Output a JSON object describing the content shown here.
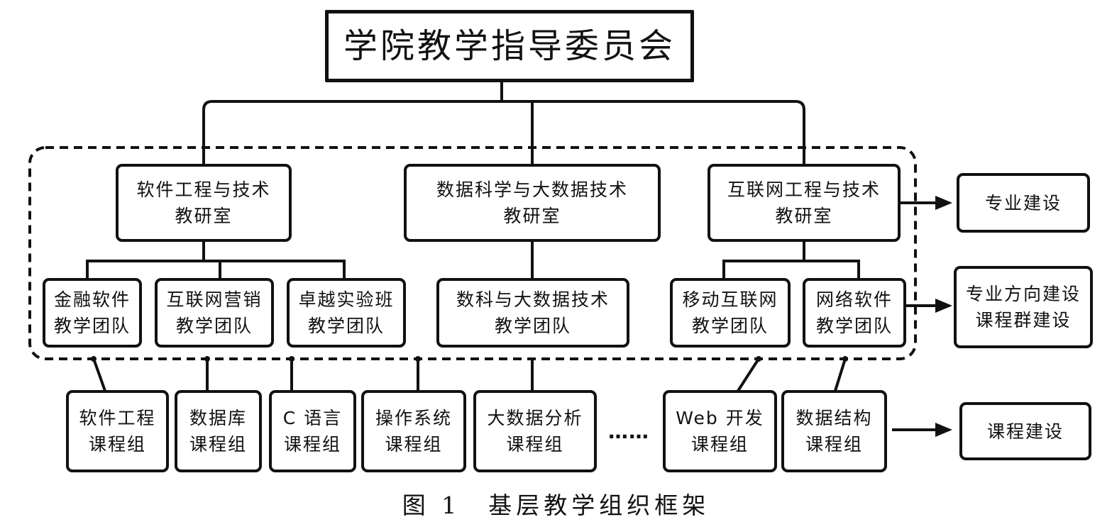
{
  "top": {
    "name": "学院教学指导委员会"
  },
  "departments": [
    {
      "line1": "软件工程与技术",
      "line2": "教研室"
    },
    {
      "line1": "数据科学与大数据技术",
      "line2": "教研室"
    },
    {
      "line1": "互联网工程与技术",
      "line2": "教研室"
    }
  ],
  "teams": [
    {
      "line1": "金融软件",
      "line2": "教学团队"
    },
    {
      "line1": "互联网营销",
      "line2": "教学团队"
    },
    {
      "line1": "卓越实验班",
      "line2": "教学团队"
    },
    {
      "line1": "数科与大数据技术",
      "line2": "教学团队"
    },
    {
      "line1": "移动互联网",
      "line2": "教学团队"
    },
    {
      "line1": "网络软件",
      "line2": "教学团队"
    }
  ],
  "courses": [
    {
      "line1": "软件工程",
      "line2": "课程组"
    },
    {
      "line1": "数据库",
      "line2": "课程组"
    },
    {
      "line1": "C 语言",
      "line2": "课程组"
    },
    {
      "line1": "操作系统",
      "line2": "课程组"
    },
    {
      "line1": "大数据分析",
      "line2": "课程组"
    },
    {
      "line1": "Web 开发",
      "line2": "课程组"
    },
    {
      "line1": "数据结构",
      "line2": "课程组"
    }
  ],
  "ellipsis": "……",
  "outcomes": [
    {
      "line1": "专业建设"
    },
    {
      "line1": "专业方向建设",
      "line2": "课程群建设"
    },
    {
      "line1": "课程建设"
    }
  ],
  "caption": "图 1　基层教学组织框架"
}
